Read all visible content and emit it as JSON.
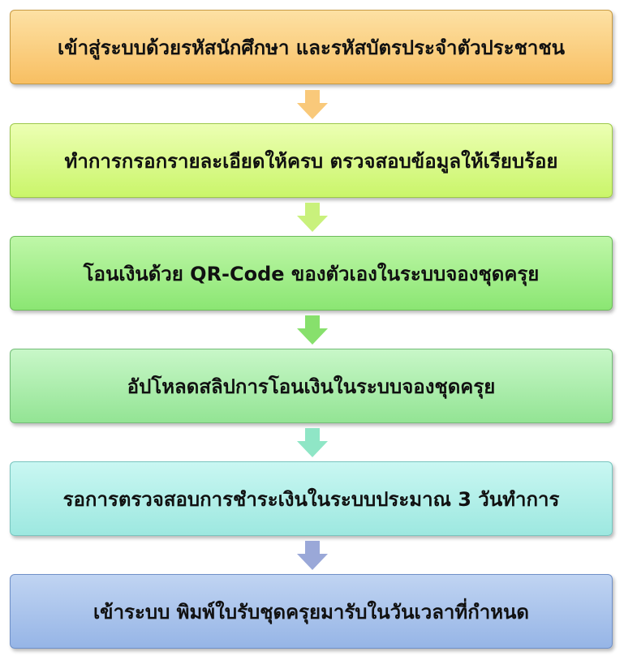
{
  "diagram": {
    "type": "vertical-flowchart",
    "steps": [
      {
        "label": "เข้าสู่ระบบด้วยรหัสนักศึกษา และรหัสบัตรประจำตัวประชาชน",
        "fill_top": "#fde1a4",
        "fill_bottom": "#f8bf62",
        "border": "#c89a42"
      },
      {
        "label": "ทำการกรอกรายละเอียดให้ครบ  ตรวจสอบข้อมูลให้เรียบร้อย",
        "fill_top": "#ecffb3",
        "fill_bottom": "#caf56a",
        "border": "#9dc94a"
      },
      {
        "label": "โอนเงินด้วย QR-Code ของตัวเองในระบบจองชุดครุย",
        "fill_top": "#bff7a8",
        "fill_bottom": "#8be673",
        "border": "#6dbb5b"
      },
      {
        "label": "อัปโหลดสลิปการโอนเงินในระบบจองชุดครุย",
        "fill_top": "#c8f7c8",
        "fill_bottom": "#93e494",
        "border": "#73bd77"
      },
      {
        "label": "รอการตรวจสอบการชำระเงินในระบบประมาณ 3 วันทำการ",
        "fill_top": "#c9f7f2",
        "fill_bottom": "#9de8e0",
        "border": "#79c5bf"
      },
      {
        "label": "เข้าระบบ พิมพ์ใบรับชุดครุยมารับในวันเวลาที่กำหนด",
        "fill_top": "#c0d4f2",
        "fill_bottom": "#96b5e6",
        "border": "#6f90c8"
      }
    ],
    "arrows": [
      {
        "color": "#f9c97a"
      },
      {
        "color": "#c9f17c"
      },
      {
        "color": "#87e06c"
      },
      {
        "color": "#8fe6c6"
      },
      {
        "color": "#9aa8d8"
      }
    ]
  }
}
